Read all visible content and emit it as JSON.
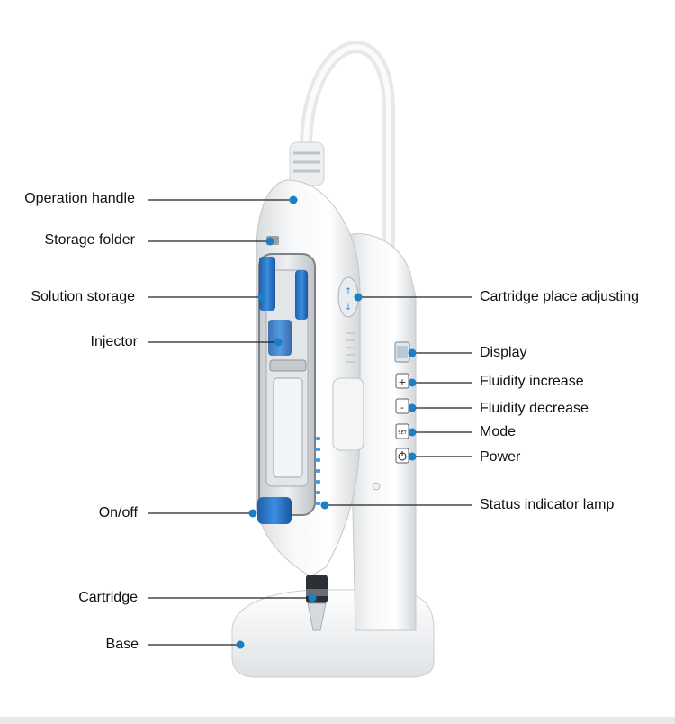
{
  "accent_color": "#1a7fc4",
  "device_blue": "#2f7fd0",
  "labels_left": [
    {
      "id": "operation-handle",
      "text": "Operation handle"
    },
    {
      "id": "storage-folder",
      "text": "Storage folder"
    },
    {
      "id": "solution-storage",
      "text": "Solution storage"
    },
    {
      "id": "injector",
      "text": "Injector"
    },
    {
      "id": "on-off",
      "text": "On/off"
    },
    {
      "id": "cartridge",
      "text": "Cartridge"
    },
    {
      "id": "base",
      "text": "Base"
    }
  ],
  "labels_right": [
    {
      "id": "cartridge-place-adjusting",
      "text": "Cartridge place adjusting"
    },
    {
      "id": "display",
      "text": "Display"
    },
    {
      "id": "fluidity-increase",
      "text": "Fluidity increase"
    },
    {
      "id": "fluidity-decrease",
      "text": "Fluidity decrease"
    },
    {
      "id": "mode",
      "text": "Mode"
    },
    {
      "id": "power",
      "text": "Power"
    },
    {
      "id": "status-indicator-lamp",
      "text": "Status indicator lamp"
    }
  ],
  "panel_buttons": {
    "increase_symbol": "+",
    "decrease_symbol": "-",
    "mode_symbol": "SET",
    "power_icon": "power-icon"
  }
}
